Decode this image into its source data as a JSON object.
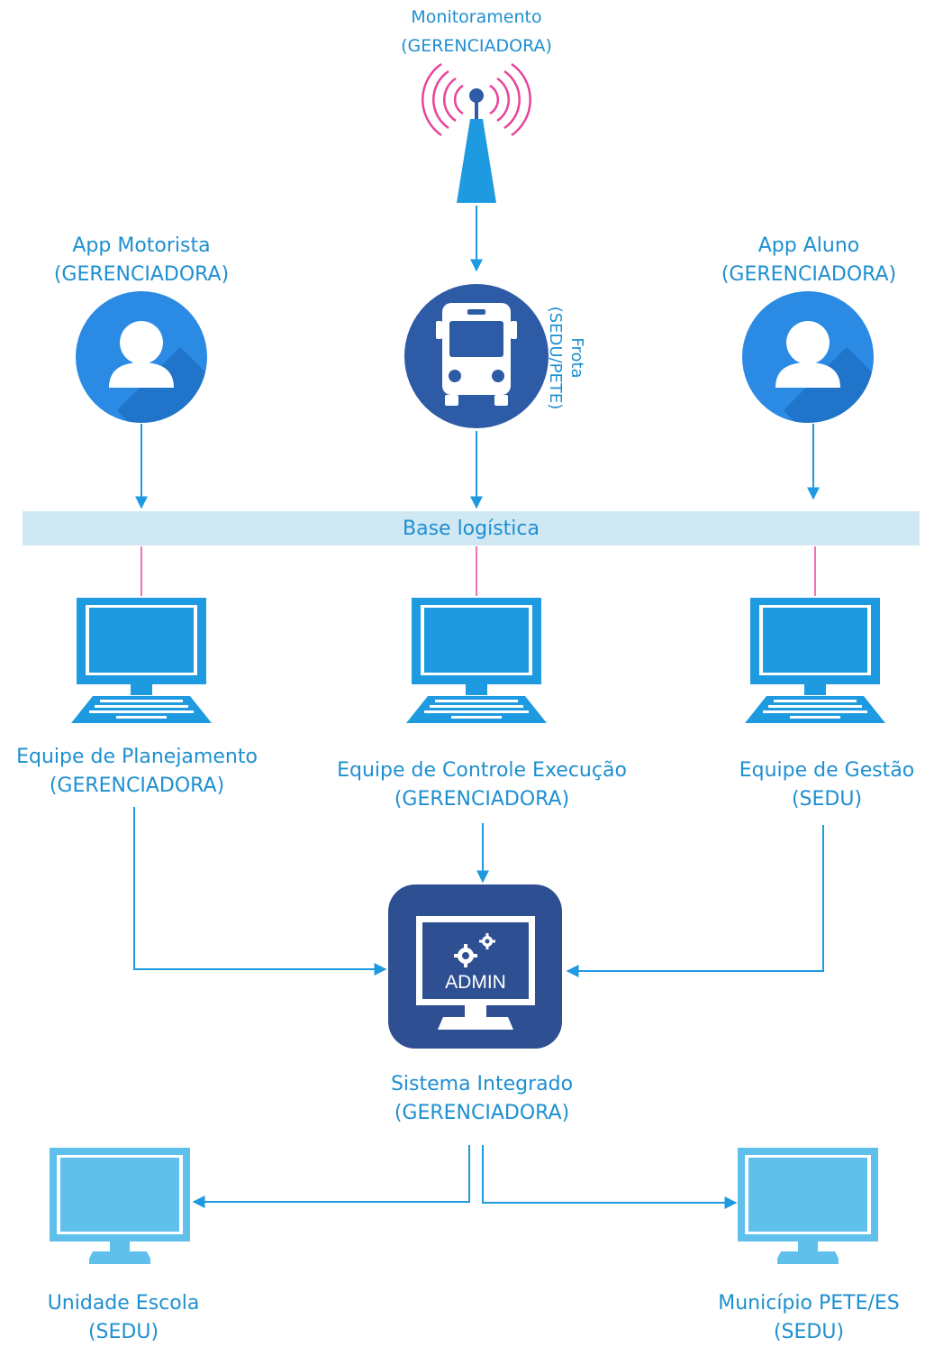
{
  "nodes": {
    "monitoramento": {
      "name": "Monitoramento",
      "owner": "(GERENCIADORA)"
    },
    "app_motorista": {
      "name": "App Motorista",
      "owner": "(GERENCIADORA)"
    },
    "app_aluno": {
      "name": "App Aluno",
      "owner": "(GERENCIADORA)"
    },
    "frota": {
      "name": "Frota",
      "owner": "(SEDU/PETE)"
    },
    "base_logistica": {
      "name": "Base logística"
    },
    "equipe_planejamento": {
      "name": "Equipe de Planejamento",
      "owner": "(GERENCIADORA)"
    },
    "equipe_controle": {
      "name": "Equipe de Controle Execução",
      "owner": "(GERENCIADORA)"
    },
    "equipe_gestao": {
      "name": "Equipe de Gestão",
      "owner": "(SEDU)"
    },
    "sistema_integrado": {
      "name": "Sistema Integrado",
      "owner": "(GERENCIADORA)",
      "badge": "ADMIN"
    },
    "unidade_escola": {
      "name": "Unidade Escola",
      "owner": "(SEDU)"
    },
    "municipio": {
      "name": "Município PETE/ES",
      "owner": "(SEDU)"
    }
  },
  "icons": {
    "antenna": "antenna-icon",
    "user": "user-icon",
    "bus": "bus-icon",
    "computer": "computer-icon",
    "admin": "admin-monitor-icon"
  },
  "colors": {
    "primary": "#1e9ae0",
    "dark_blue": "#2d5ba6",
    "admin_bg": "#2e4f92",
    "light_monitor": "#5fc0ec",
    "pink": "#e8439a",
    "base_bar": "#cfe8f4",
    "text": "#1e8fd0"
  }
}
